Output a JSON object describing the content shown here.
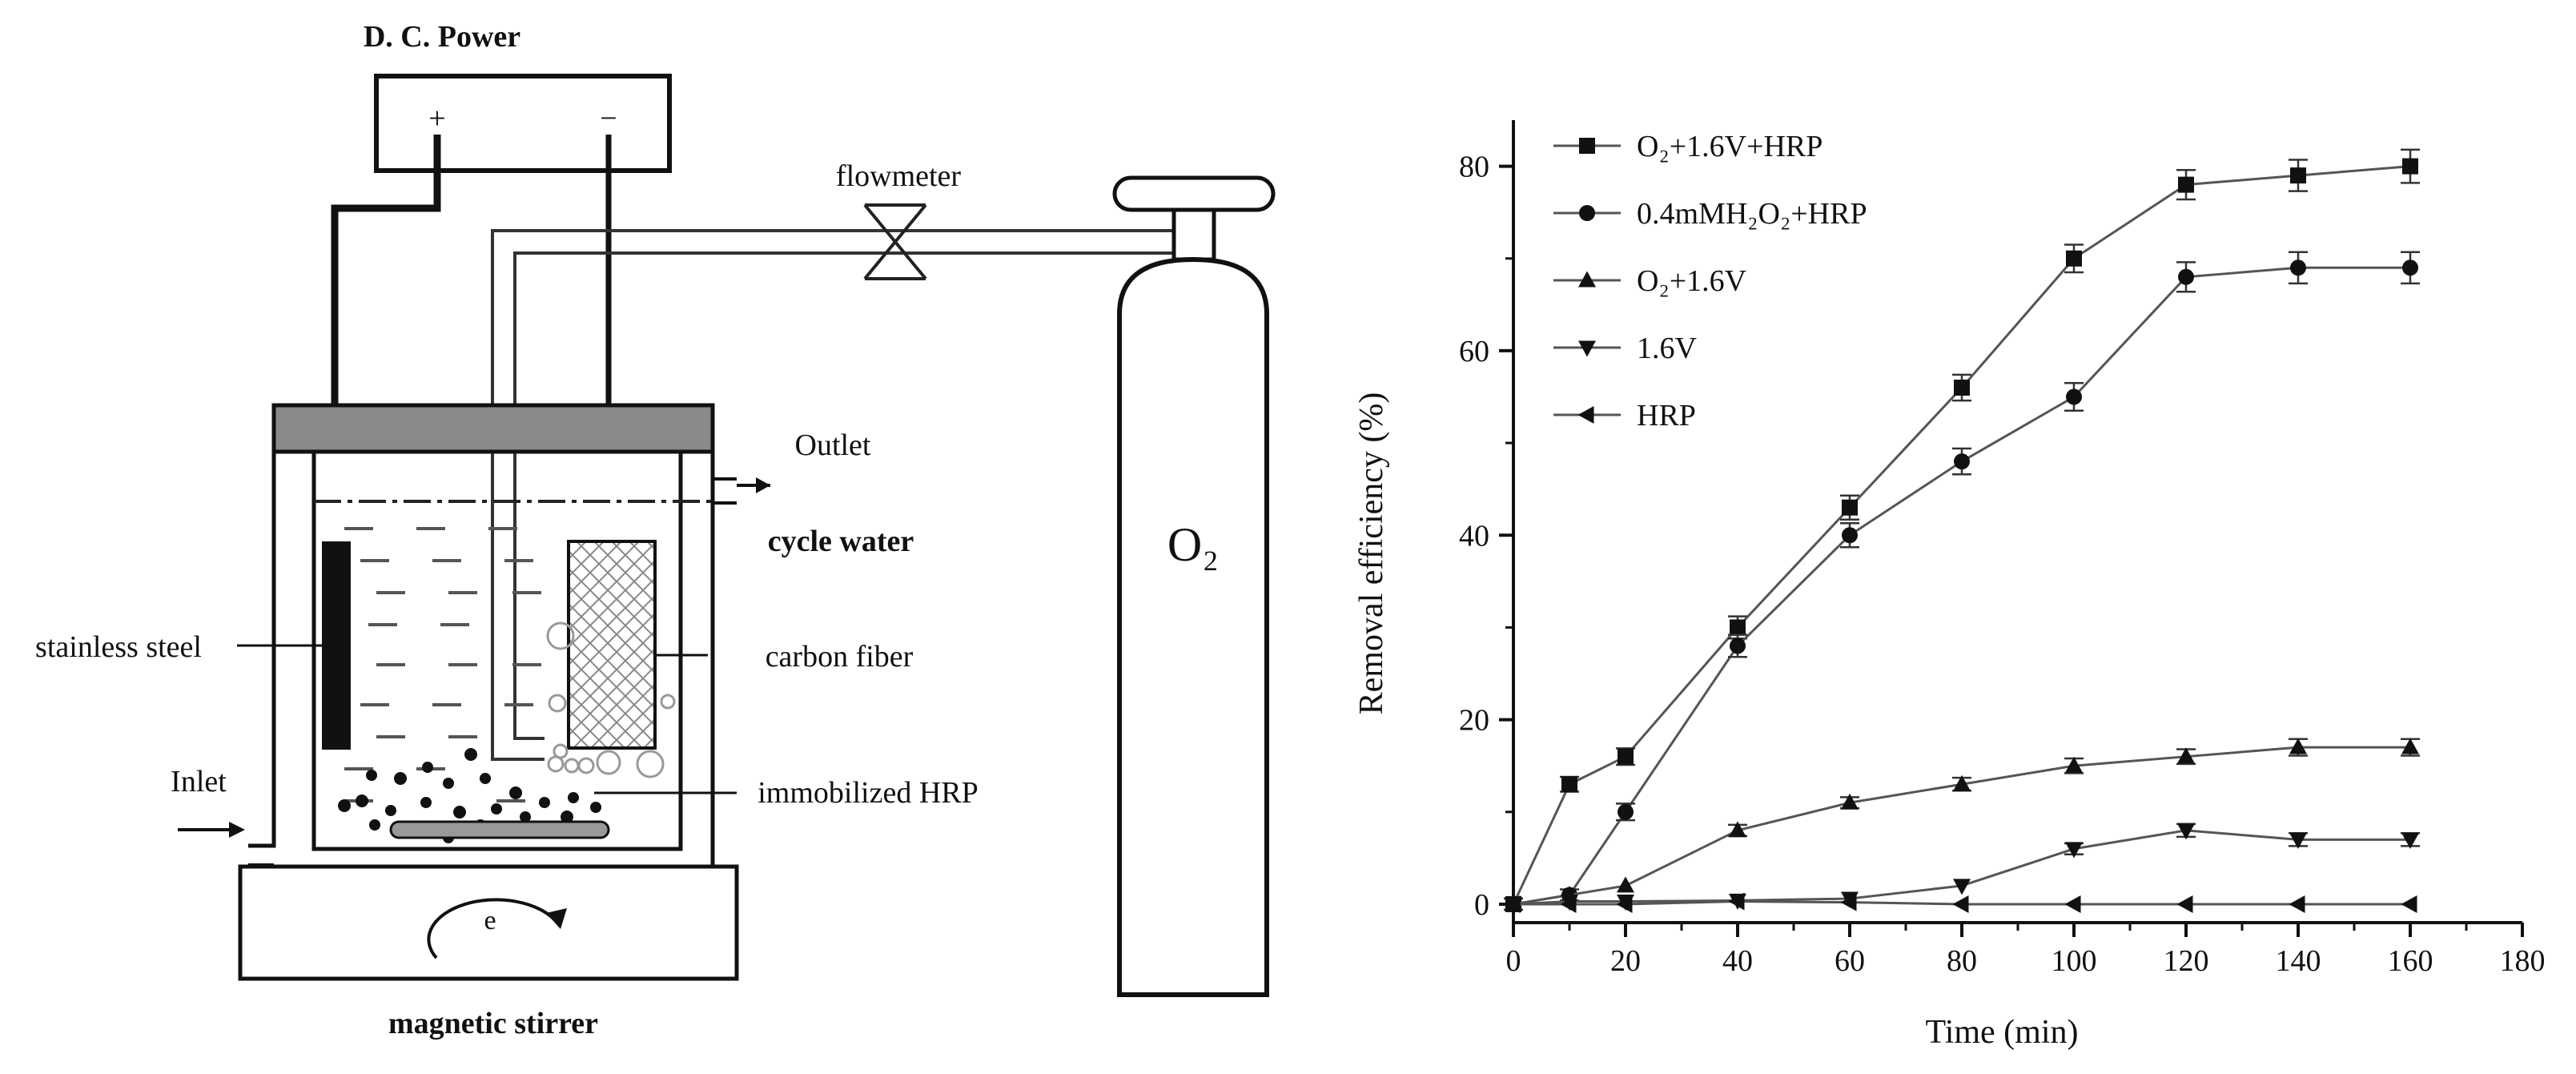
{
  "diagram": {
    "power_label": "D. C. Power",
    "plus_sign": "+",
    "minus_sign": "−",
    "flowmeter_label": "flowmeter",
    "outlet_label": "Outlet",
    "cycle_water_label": "cycle water",
    "stainless_steel_label": "stainless steel",
    "carbon_fiber_label": "carbon fiber",
    "inlet_label": "Inlet",
    "immobilized_hrp_label": "immobilized HRP",
    "stirrer_symbol": "e",
    "magnetic_stirrer_label": "magnetic stirrer",
    "cylinder_label": "O₂"
  },
  "chart_data": {
    "type": "line",
    "xlabel": "Time (min)",
    "ylabel": "Removal efficiency (%)",
    "xlim": [
      0,
      180
    ],
    "ylim": [
      -2,
      85
    ],
    "xticks": [
      "0",
      "20",
      "40",
      "60",
      "80",
      "100",
      "120",
      "140",
      "160",
      "180"
    ],
    "yticks": [
      "0",
      "20",
      "40",
      "60",
      "80"
    ],
    "legend_position": "top-left",
    "grid": false,
    "x": [
      0,
      10,
      20,
      40,
      60,
      80,
      100,
      120,
      140,
      160
    ],
    "series": [
      {
        "name": "O₂+1.6V+HRP",
        "marker": "square",
        "values": [
          0,
          13,
          16,
          30,
          43,
          56,
          70,
          78,
          79,
          80
        ],
        "errors": [
          0.6,
          0.8,
          0.9,
          1.2,
          1.3,
          1.4,
          1.5,
          1.6,
          1.7,
          1.8
        ]
      },
      {
        "name": "0.4mMH₂O₂+HRP",
        "marker": "circle",
        "values": [
          0,
          1,
          10,
          28,
          40,
          48,
          55,
          68,
          69,
          69
        ],
        "errors": [
          0.6,
          0.6,
          0.9,
          1.2,
          1.3,
          1.4,
          1.5,
          1.6,
          1.7,
          1.7
        ]
      },
      {
        "name": "O₂+1.6V",
        "marker": "triangle-up",
        "values": [
          0,
          1,
          2,
          8,
          11,
          13,
          15,
          16,
          17,
          17
        ],
        "errors": [
          0.4,
          0.4,
          0.5,
          0.6,
          0.6,
          0.7,
          0.8,
          0.8,
          0.9,
          0.9
        ]
      },
      {
        "name": "1.6V",
        "marker": "triangle-down",
        "values": [
          0,
          0.3,
          0.3,
          0.4,
          0.6,
          2,
          6,
          8,
          7,
          7
        ],
        "errors": [
          0.3,
          0.3,
          0.3,
          0.3,
          0.4,
          0.5,
          0.6,
          0.7,
          0.7,
          0.7
        ]
      },
      {
        "name": "HRP",
        "marker": "triangle-left",
        "values": [
          0,
          0,
          0,
          0.3,
          0.2,
          0,
          0,
          0,
          0,
          0
        ],
        "errors": [
          0.2,
          0.2,
          0.2,
          0.2,
          0.2,
          0.2,
          0.2,
          0.2,
          0.2,
          0.2
        ]
      }
    ]
  }
}
